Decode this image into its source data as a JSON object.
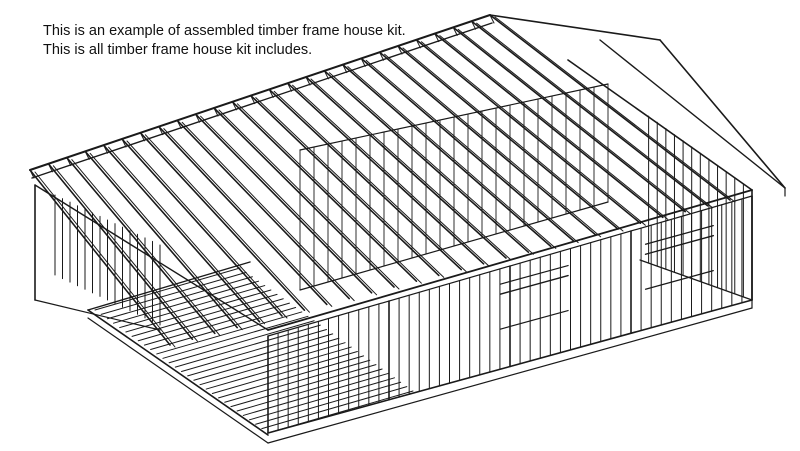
{
  "caption": {
    "line1": "This is an example of assembled timber frame house kit.",
    "line2": "This is all timber frame house kit includes."
  },
  "drawing": {
    "subject": "timber-frame-house-kit-isometric-line-drawing",
    "line_color": "#1a1a1a",
    "background": "#ffffff"
  }
}
